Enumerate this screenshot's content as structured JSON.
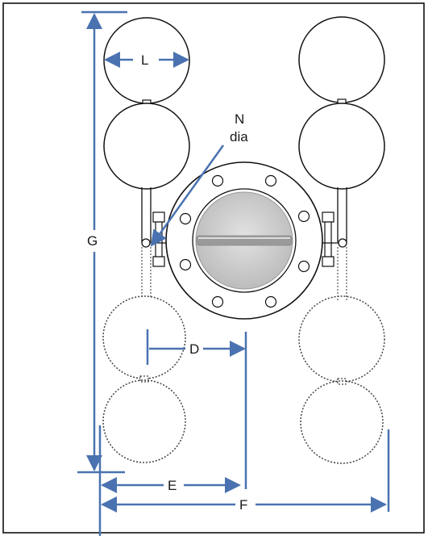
{
  "labels": {
    "L": "L",
    "N": "N",
    "N_sub": "dia",
    "G": "G",
    "D": "D",
    "E": "E",
    "F": "F"
  },
  "colors": {
    "dimension": "#4a72b0",
    "outline": "#111111",
    "disc_fill": "#c8c8c8",
    "disc_bar": "#9a9a9a",
    "border": "#000000"
  }
}
